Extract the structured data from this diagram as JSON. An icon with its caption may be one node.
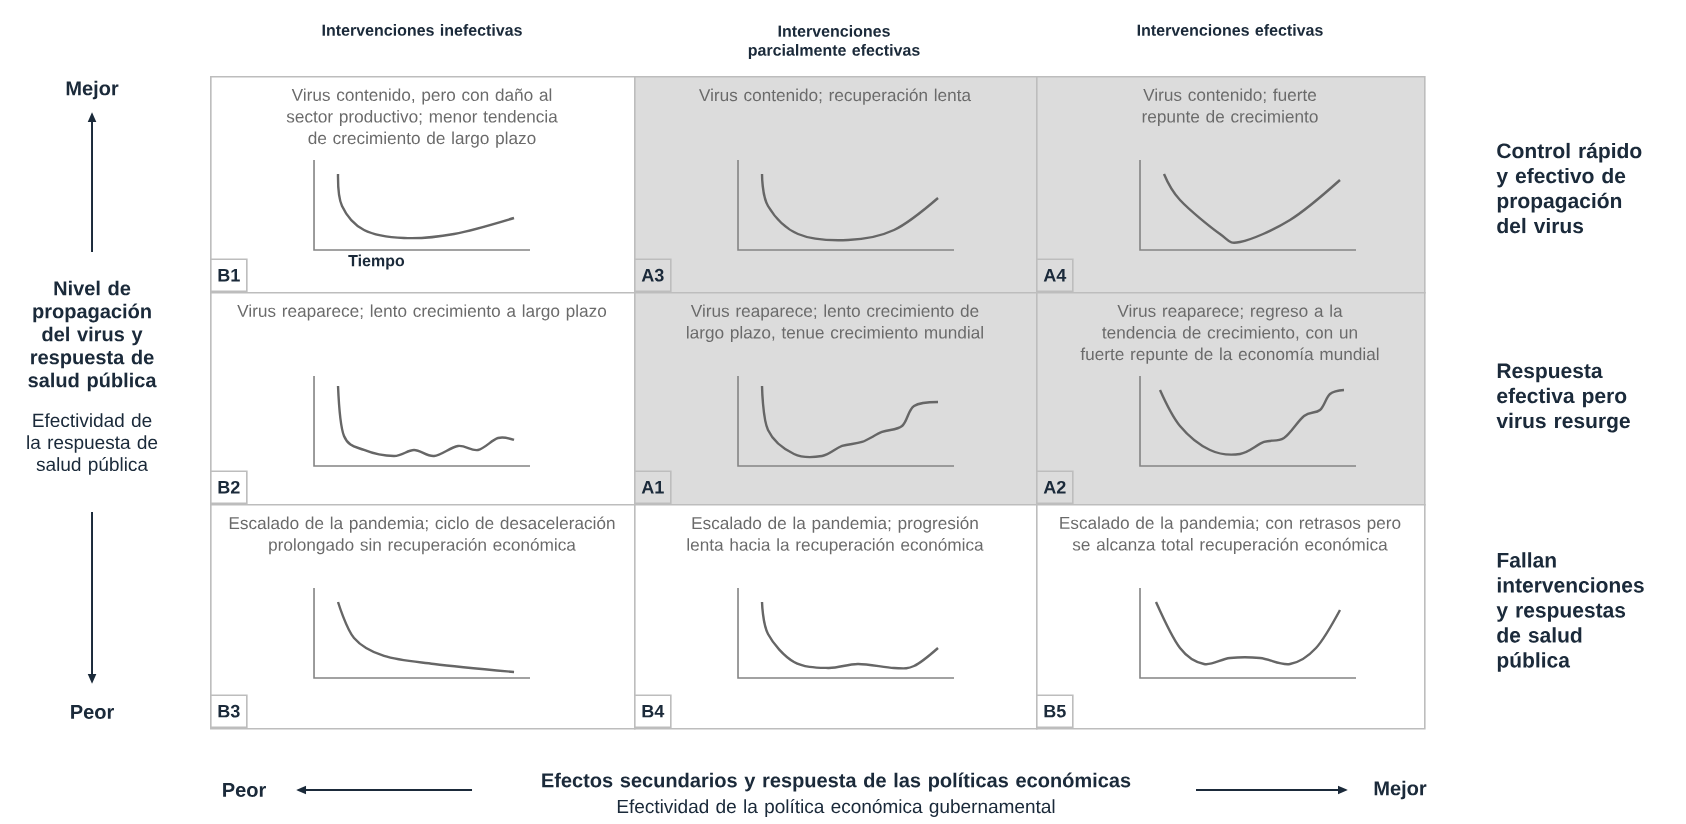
{
  "diagram": {
    "nodes": [
      {
        "text": [
          "Virus contenido, pero con daño al sector productivo; menor tendencia de crecimiento de largo plazo",
          "B1"
        ]
      },
      {
        "text": [
          "Virus contenido; recuperación lenta",
          "A3"
        ]
      },
      {
        "text": [
          "Virus contenido; fuerte repunte de crecimiento",
          "A4"
        ]
      },
      {
        "text": [
          "Virus reaparece; lento crecimiento a largo plazo",
          "B2"
        ]
      },
      {
        "text": [
          "Virus reaparece; lento crecimiento de largo plazo, tenue crecimiento mundial",
          "A1"
        ]
      },
      {
        "text": [
          "Virus reaparece; regreso a la tendencia de crecimiento, con un fuerte repunte de la economía mundial",
          "A2"
        ]
      },
      {
        "text": [
          "Escalado de la pandemia; ciclo de desaceleración prolongado sin recuperación económica",
          "B3"
        ]
      },
      {
        "text": [
          "Escalado de la pandemia; progresión lenta hacia la recuperación económica",
          "B4"
        ]
      },
      {
        "text": [
          "Escalado de la pandemia; con retrasos pero se alcanza total recuperación económica",
          "B5"
        ]
      }
    ],
    "labels": [
      "Intervenciones inefectivas",
      "Intervenciones parcialmente efectivas",
      "Intervenciones efectivas",
      "Mejor",
      "Control rápido y efectivo de propagación del virus",
      "Tiempo",
      "Nivel de propagación del virus y respuesta de salud pública",
      "Efectividad de la respuesta de salud pública",
      "Respuesta efectiva pero virus resurge",
      "Fallan intervenciones y respuestas de salud pública",
      "Peor",
      "Peor",
      "Efectos secundarios y respuesta de las políticas económicas",
      "Efectividad de la política económica gubernamental",
      "Mejor"
    ]
  }
}
